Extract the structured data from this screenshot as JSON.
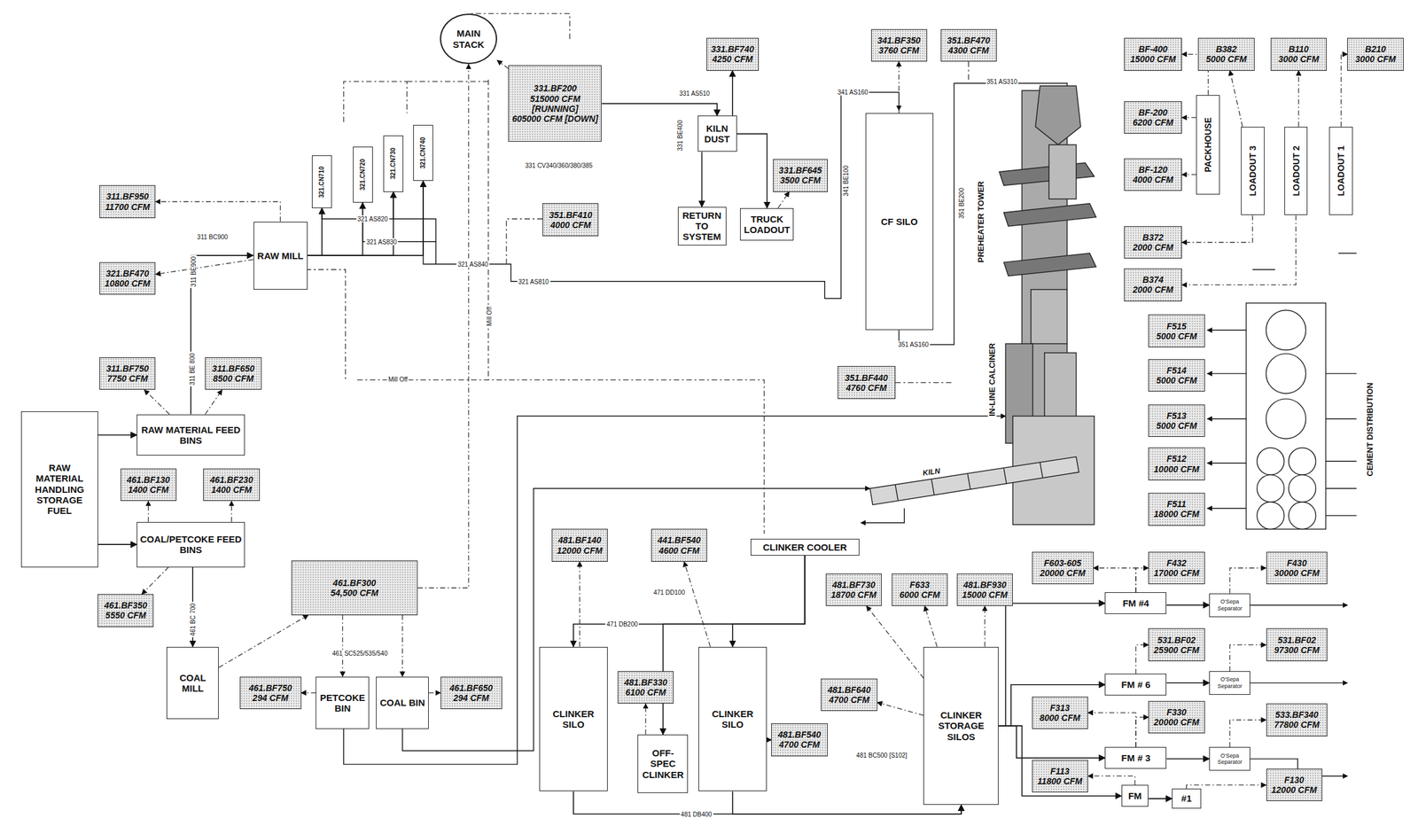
{
  "diagram": {
    "nodes": [
      {
        "text": [
          "MAIN STACK"
        ]
      },
      {
        "text": [
          "331.BF200",
          "515000 CFM",
          "[RUNNING]",
          "605000 CFM [DOWN]"
        ]
      },
      {
        "text": [
          "331.BF740",
          "4250 CFM"
        ]
      },
      {
        "text": [
          "KILN DUST"
        ]
      },
      {
        "text": [
          "RETURN TO SYSTEM"
        ]
      },
      {
        "text": [
          "TRUCK LOADOUT"
        ]
      },
      {
        "text": [
          "331.BF645",
          "3500 CFM"
        ]
      },
      {
        "text": [
          "341.BF350",
          "3760 CFM"
        ]
      },
      {
        "text": [
          "351.BF470",
          "4300 CFM"
        ]
      },
      {
        "text": [
          "CF SILO"
        ]
      },
      {
        "text": [
          "351.BF440",
          "4760 CFM"
        ]
      },
      {
        "text": [
          "311.BF950",
          "11700 CFM"
        ]
      },
      {
        "text": [
          "321.BF470",
          "10800 CFM"
        ]
      },
      {
        "text": [
          "RAW MILL"
        ]
      },
      {
        "text": [
          "311.BF750",
          "7750 CFM"
        ]
      },
      {
        "text": [
          "311.BF650",
          "8500 CFM"
        ]
      },
      {
        "text": [
          "RAW MATERIAL",
          "HANDLING STORAGE",
          "FUEL"
        ]
      },
      {
        "text": [
          "RAW MATERIAL FEED BINS"
        ]
      },
      {
        "text": [
          "461.BF130",
          "1400 CFM"
        ]
      },
      {
        "text": [
          "461.BF230",
          "1400 CFM"
        ]
      },
      {
        "text": [
          "COAL/PETCOKE FEED BINS"
        ]
      },
      {
        "text": [
          "461.BF350",
          "5550 CFM"
        ]
      },
      {
        "text": [
          "COAL MILL"
        ]
      },
      {
        "text": [
          "461.BF300",
          "54,500 CFM"
        ]
      },
      {
        "text": [
          "461.BF750",
          "294 CFM"
        ]
      },
      {
        "text": [
          "PETCOKE BIN"
        ]
      },
      {
        "text": [
          "COAL BIN"
        ]
      },
      {
        "text": [
          "461.BF650",
          "294 CFM"
        ]
      },
      {
        "text": [
          "351.BF410",
          "4000 CFM"
        ]
      },
      {
        "text": [
          "321.CN710"
        ]
      },
      {
        "text": [
          "321.CN720"
        ]
      },
      {
        "text": [
          "321.CN730"
        ]
      },
      {
        "text": [
          "321.CN740"
        ]
      },
      {
        "text": [
          "CLINKER COOLER"
        ]
      },
      {
        "text": [
          "481.BF140",
          "12000 CFM"
        ]
      },
      {
        "text": [
          "441.BF540",
          "4600 CFM"
        ]
      },
      {
        "text": [
          "CLINKER SILO"
        ]
      },
      {
        "text": [
          "481.BF330",
          "6100 CFM"
        ]
      },
      {
        "text": [
          "OFF-SPEC CLINKER"
        ]
      },
      {
        "text": [
          "CLINKER SILO"
        ]
      },
      {
        "text": [
          "481.BF540",
          "4700 CFM"
        ]
      },
      {
        "text": [
          "481.BF640",
          "4700 CFM"
        ]
      },
      {
        "text": [
          "481.BF730",
          "18700 CFM"
        ]
      },
      {
        "text": [
          "F633",
          "6000 CFM"
        ]
      },
      {
        "text": [
          "481.BF930",
          "15000 CFM"
        ]
      },
      {
        "text": [
          "CLINKER STORAGE SILOS"
        ]
      },
      {
        "text": [
          "F603-605",
          "20000 CFM"
        ]
      },
      {
        "text": [
          "FM #4"
        ]
      },
      {
        "text": [
          "O'Sepa Separator"
        ]
      },
      {
        "text": [
          "F432",
          "17000 CFM"
        ]
      },
      {
        "text": [
          "F430",
          "30000 CFM"
        ]
      },
      {
        "text": [
          "531.BF02",
          "25900 CFM"
        ]
      },
      {
        "text": [
          "531.BF02",
          "97300 CFM"
        ]
      },
      {
        "text": [
          "FM # 6"
        ]
      },
      {
        "text": [
          "O'Sepa Separator"
        ]
      },
      {
        "text": [
          "F313",
          "8000 CFM"
        ]
      },
      {
        "text": [
          "F330",
          "20000 CFM"
        ]
      },
      {
        "text": [
          "533.BF340",
          "77800 CFM"
        ]
      },
      {
        "text": [
          "FM # 3"
        ]
      },
      {
        "text": [
          "O'Sepa Separator"
        ]
      },
      {
        "text": [
          "F113",
          "11800 CFM"
        ]
      },
      {
        "text": [
          "F130",
          "12000 CFM"
        ]
      },
      {
        "text": [
          "FM"
        ]
      },
      {
        "text": [
          "#1"
        ]
      },
      {
        "text": [
          "BF-400",
          "15000 CFM"
        ]
      },
      {
        "text": [
          "B382",
          "5000 CFM"
        ]
      },
      {
        "text": [
          "B110",
          "3000 CFM"
        ]
      },
      {
        "text": [
          "B210",
          "3000 CFM"
        ]
      },
      {
        "text": [
          "BF-200",
          "6200 CFM"
        ]
      },
      {
        "text": [
          "BF-120",
          "4000 CFM"
        ]
      },
      {
        "text": [
          "PACKHOUSE"
        ]
      },
      {
        "text": [
          "LOADOUT 3"
        ]
      },
      {
        "text": [
          "LOADOUT 2"
        ]
      },
      {
        "text": [
          "LOADOUT 1"
        ]
      },
      {
        "text": [
          "B372",
          "2000 CFM"
        ]
      },
      {
        "text": [
          "B374",
          "2000 CFM"
        ]
      },
      {
        "text": [
          "F515",
          "5000 CFM"
        ]
      },
      {
        "text": [
          "F514",
          "5000 CFM"
        ]
      },
      {
        "text": [
          "F513",
          "5000 CFM"
        ]
      },
      {
        "text": [
          "F512",
          "10000 CFM"
        ]
      },
      {
        "text": [
          "F511",
          "18000 CFM"
        ]
      }
    ],
    "edges": [
      {
        "from": 1,
        "to": 0,
        "arrow": "to"
      },
      {
        "from": 23,
        "to": 0,
        "arrow": "to"
      },
      {
        "from": 13,
        "to": 11,
        "arrow": "to"
      },
      {
        "from": 17,
        "to": 13,
        "arrow": "to"
      },
      {
        "from": 17,
        "to": 14,
        "arrow": "to"
      },
      {
        "from": 17,
        "to": 15,
        "arrow": "to"
      },
      {
        "from": 16,
        "to": 17,
        "arrow": "to"
      },
      {
        "from": 16,
        "to": 20,
        "arrow": "to"
      },
      {
        "from": 20,
        "to": 18,
        "arrow": "to"
      },
      {
        "from": 20,
        "to": 19,
        "arrow": "to"
      },
      {
        "from": 20,
        "to": 21,
        "arrow": "to"
      },
      {
        "from": 20,
        "to": 22,
        "arrow": "to"
      },
      {
        "from": 22,
        "to": 23,
        "arrow": "to"
      },
      {
        "from": 23,
        "to": 25,
        "arrow": "to"
      },
      {
        "from": 23,
        "to": 26,
        "arrow": "to"
      },
      {
        "from": 25,
        "to": 24,
        "arrow": "to"
      },
      {
        "from": 26,
        "to": 27,
        "arrow": "to"
      },
      {
        "from": 13,
        "to": 29,
        "arrow": "to"
      },
      {
        "from": 13,
        "to": 30,
        "arrow": "to"
      },
      {
        "from": 13,
        "to": 31,
        "arrow": "to"
      },
      {
        "from": 13,
        "to": 32,
        "arrow": "to"
      },
      {
        "from": 1,
        "to": 3,
        "arrow": "to"
      },
      {
        "from": 3,
        "to": 2,
        "arrow": "to"
      },
      {
        "from": 3,
        "to": 4,
        "arrow": "to"
      },
      {
        "from": 3,
        "to": 5,
        "arrow": "to"
      },
      {
        "from": 5,
        "to": 6,
        "arrow": "to"
      },
      {
        "from": 9,
        "to": 7,
        "arrow": "to"
      },
      {
        "from": 33,
        "to": 36,
        "arrow": "to"
      },
      {
        "from": 33,
        "to": 39,
        "arrow": "to"
      },
      {
        "from": 33,
        "to": 38,
        "arrow": "to"
      },
      {
        "from": 36,
        "to": 34,
        "arrow": "to"
      },
      {
        "from": 39,
        "to": 35,
        "arrow": "to"
      },
      {
        "from": 38,
        "to": 37,
        "arrow": "to"
      },
      {
        "from": 36,
        "to": 45,
        "arrow": "to"
      },
      {
        "from": 39,
        "to": 45,
        "arrow": "to"
      },
      {
        "from": 45,
        "to": 42,
        "arrow": "to"
      },
      {
        "from": 45,
        "to": 43,
        "arrow": "to"
      },
      {
        "from": 45,
        "to": 44,
        "arrow": "to"
      },
      {
        "from": 45,
        "to": 47,
        "arrow": "to"
      },
      {
        "from": 45,
        "to": 53,
        "arrow": "to"
      },
      {
        "from": 45,
        "to": 58,
        "arrow": "to"
      },
      {
        "from": 45,
        "to": 62,
        "arrow": "to"
      },
      {
        "from": 47,
        "to": 48,
        "arrow": "to"
      },
      {
        "from": 53,
        "to": 54,
        "arrow": "to"
      },
      {
        "from": 58,
        "to": 59,
        "arrow": "to"
      },
      {
        "from": 62,
        "to": 63,
        "arrow": "to"
      },
      {
        "from": 48,
        "to": 50,
        "arrow": "to"
      },
      {
        "from": 54,
        "to": 52,
        "arrow": "to"
      },
      {
        "from": 59,
        "to": 57,
        "arrow": "to"
      },
      {
        "from": 63,
        "to": 61,
        "arrow": "to"
      },
      {
        "from": 47,
        "to": 49,
        "arrow": "to"
      },
      {
        "from": 47,
        "to": 46,
        "arrow": "to"
      },
      {
        "from": 53,
        "to": 51,
        "arrow": "to"
      },
      {
        "from": 58,
        "to": 56,
        "arrow": "to"
      },
      {
        "from": 58,
        "to": 55,
        "arrow": "to"
      },
      {
        "from": 62,
        "to": 60,
        "arrow": "to"
      },
      {
        "from": 70,
        "to": 68,
        "arrow": "to"
      },
      {
        "from": 70,
        "to": 69,
        "arrow": "to"
      },
      {
        "from": 70,
        "to": 64,
        "arrow": "to"
      },
      {
        "from": 71,
        "to": 65,
        "arrow": "to"
      },
      {
        "from": 72,
        "to": 66,
        "arrow": "to"
      },
      {
        "from": 73,
        "to": 67,
        "arrow": "to"
      },
      {
        "from": 71,
        "to": 74,
        "arrow": "to"
      },
      {
        "from": 72,
        "to": 75,
        "arrow": "to"
      },
      {
        "from": 39,
        "to": 40,
        "arrow": "to"
      },
      {
        "from": 45,
        "to": 41,
        "arrow": "to"
      },
      {
        "from": 13,
        "to": 12,
        "arrow": "to"
      }
    ],
    "labels": [
      "331 CV340/360/380/385",
      "331 BE400",
      "331 AS510",
      "341 AS160",
      "341 BE100",
      "351 AS310",
      "351 BE200",
      "351 AS160",
      "PREHEATER TOWER",
      "IN-LINE CALCINER",
      "KILN",
      "CEMENT DISTRIBUTION",
      "311 BC900",
      "311 BE900",
      "311 BE 800",
      "321 AS820",
      "321 AS830",
      "321 AS840",
      "321 AS810",
      "Mill Off",
      "Mill Off",
      "471 DD100",
      "471 DB200",
      "481 DB400",
      "481 BC500 [S102]",
      "461 SC525/535/540",
      "461 BC 700"
    ]
  }
}
